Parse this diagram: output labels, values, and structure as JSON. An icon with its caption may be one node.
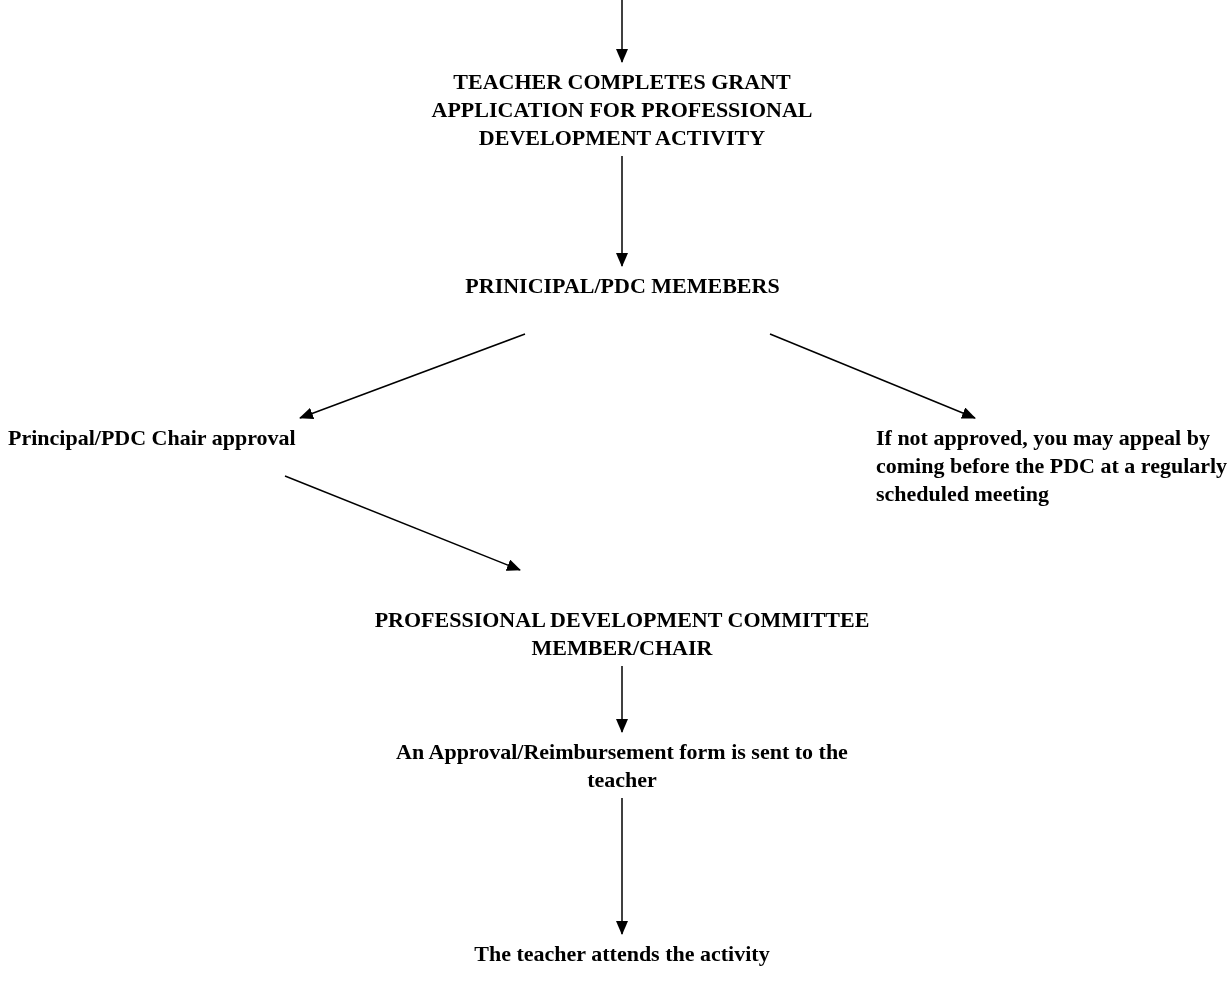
{
  "diagram": {
    "nodes": [
      {
        "text": [
          "TEACHER COMPLETES GRANT APPLICATION FOR PROFESSIONAL DEVELOPMENT ACTIVITY"
        ]
      },
      {
        "text": [
          "PRINICIPAL/PDC MEMEBERS"
        ]
      },
      {
        "text": [
          "Principal/PDC Chair approval"
        ]
      },
      {
        "text": [
          "If not approved, you may appeal by coming before the PDC at a regularly scheduled meeting"
        ]
      },
      {
        "text": [
          "PROFESSIONAL DEVELOPMENT COMMITTEE MEMBER/CHAIR"
        ]
      },
      {
        "text": [
          "An Approval/Reimbursement form is sent to the teacher"
        ]
      },
      {
        "text": [
          "The teacher attends the activity"
        ]
      }
    ],
    "edges": [
      {
        "from": null,
        "to": 0,
        "arrow": "to"
      },
      {
        "from": 0,
        "to": 1,
        "arrow": "to"
      },
      {
        "from": 1,
        "to": 2,
        "arrow": "to"
      },
      {
        "from": 1,
        "to": 3,
        "arrow": "to"
      },
      {
        "from": 2,
        "to": 4,
        "arrow": "to"
      },
      {
        "from": 4,
        "to": 5,
        "arrow": "to"
      },
      {
        "from": 5,
        "to": 6,
        "arrow": "to"
      }
    ]
  }
}
